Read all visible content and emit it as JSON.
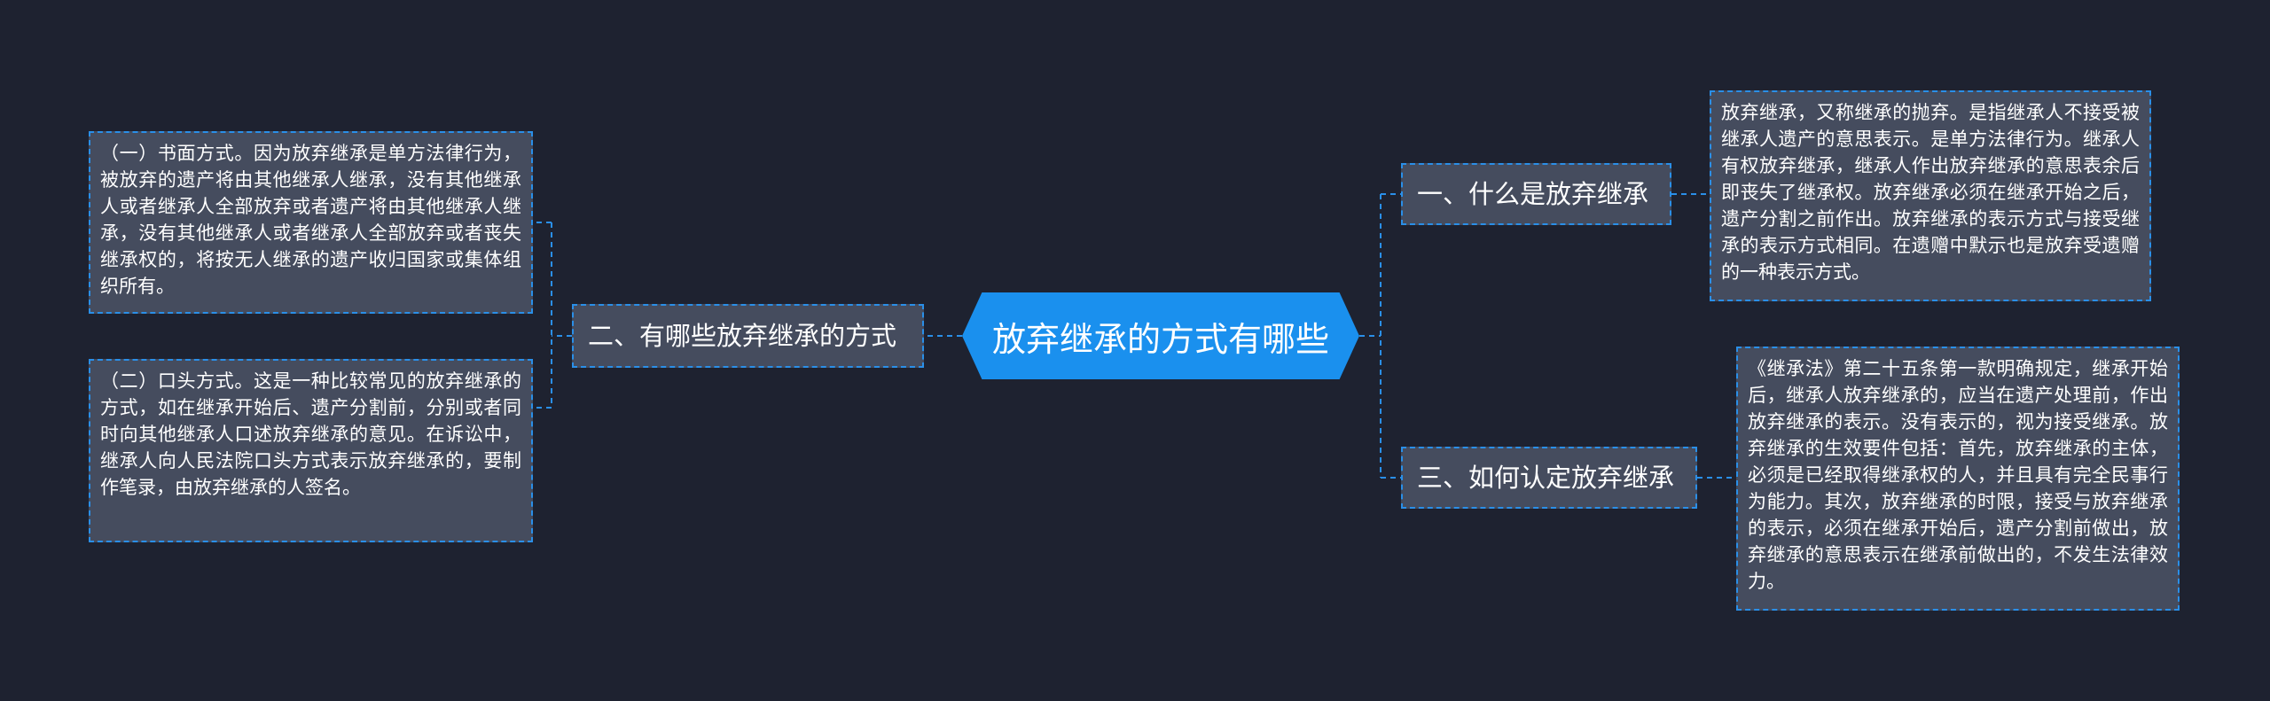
{
  "root": {
    "title": "放弃继承的方式有哪些"
  },
  "branches": [
    {
      "label": "一、什么是放弃继承",
      "details": [
        "放弃继承，又称继承的抛弃。是指继承人不接受被继承人遗产的意思表示。是单方法律行为。继承人有权放弃继承，继承人作出放弃继承的意思表余后即丧失了继承权。放弃继承必须在继承开始之后，遗产分割之前作出。放弃继承的表示方式与接受继承的表示方式相同。在遗赠中默示也是放弃受遗赠的一种表示方式。"
      ]
    },
    {
      "label": "二、有哪些放弃继承的方式",
      "details": [
        "（一）书面方式。因为放弃继承是单方法律行为，被放弃的遗产将由其他继承人继承，没有其他继承人或者继承人全部放弃或者遗产将由其他继承人继承，没有其他继承人或者继承人全部放弃或者丧失继承权的，将按无人继承的遗产收归国家或集体组织所有。",
        "（二）口头方式。这是一种比较常见的放弃继承的方式，如在继承开始后、遗产分割前，分别或者同时向其他继承人口述放弃继承的意见。在诉讼中，继承人向人民法院口头方式表示放弃继承的，要制作笔录，由放弃继承的人签名。"
      ]
    },
    {
      "label": "三、如何认定放弃继承",
      "details": [
        "《继承法》第二十五条第一款明确规定，继承开始后，继承人放弃继承的，应当在遗产处理前，作出放弃继承的表示。没有表示的，视为接受继承。放弃继承的生效要件包括：首先，放弃继承的主体，必须是已经取得继承权的人，并且具有完全民事行为能力。其次，放弃继承的时限，接受与放弃继承的表示，必须在继承开始后，遗产分割前做出，放弃继承的意思表示在继承前做出的，不发生法律效力。"
      ]
    }
  ],
  "colors": {
    "background": "#1e2230",
    "node_fill": "#454c5e",
    "accent": "#1a90ee",
    "border": "#2a8fe8"
  }
}
